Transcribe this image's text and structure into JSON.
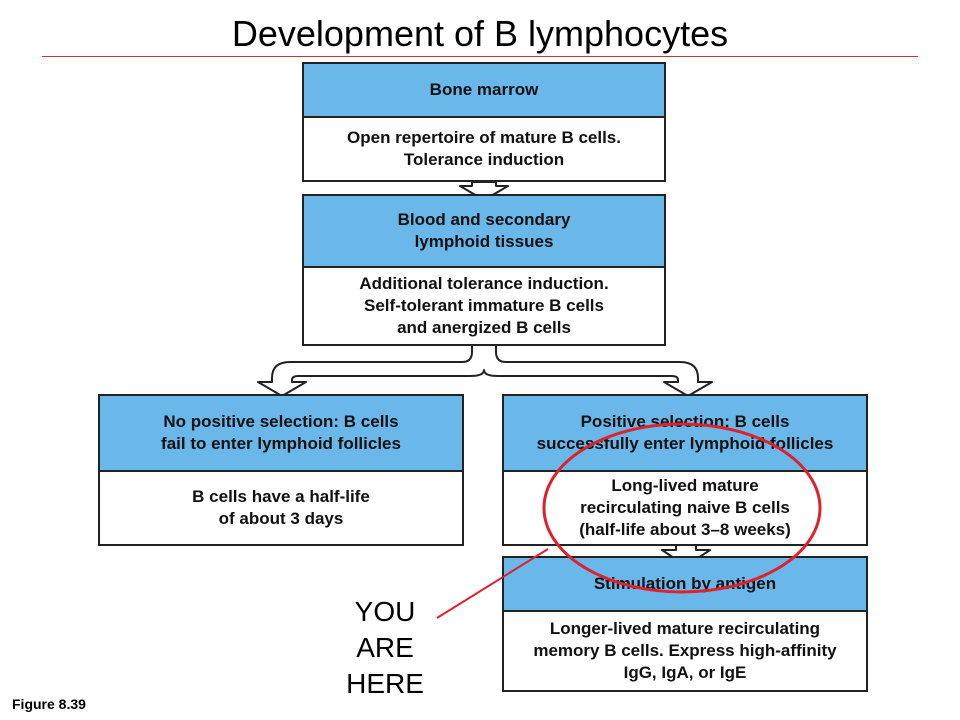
{
  "title": "Development of B lymphocytes",
  "figure_label": "Figure 8.39",
  "annotation": "YOU\nARE\nHERE",
  "colors": {
    "header_fill": "#6ab7ea",
    "highlight": "#e0202a",
    "rule": "#cc3333"
  },
  "boxes": {
    "bone_marrow": {
      "header": "Bone marrow",
      "body": "Open repertoire of mature B cells.\nTolerance induction"
    },
    "blood": {
      "header": "Blood and secondary\nlymphoid tissues",
      "body": "Additional tolerance induction.\nSelf-tolerant immature B cells\nand anergized B cells"
    },
    "no_positive": {
      "header": "No positive selection: B cells\nfail to enter lymphoid follicles",
      "body": "B cells have a half-life\nof about 3 days"
    },
    "positive": {
      "header": "Positive selection: B cells\nsuccessfully enter lymphoid follicles",
      "body": "Long-lived mature\nrecirculating naive B cells\n(half-life about 3–8 weeks)"
    },
    "stimulation": {
      "header": "Stimulation by antigen",
      "body": "Longer-lived mature recirculating\nmemory B cells. Express high-affinity\nIgG, IgA, or IgE"
    }
  }
}
